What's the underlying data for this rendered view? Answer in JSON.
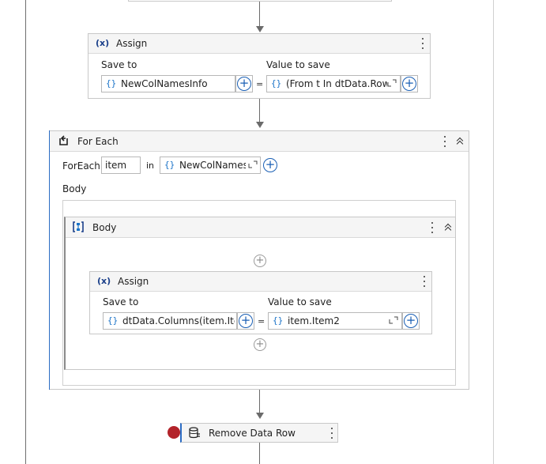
{
  "assign1": {
    "title": "Assign",
    "icon": "(x)",
    "save_to_label": "Save to",
    "value_label": "Value to save",
    "save_to_value": "NewColNamesInfo",
    "value_value": "(From t In dtData.Row",
    "equals": "="
  },
  "foreach": {
    "title": "For Each",
    "foreach_label": "ForEach",
    "item_value": "item",
    "in_label": "in",
    "collection_value": "NewColNames",
    "body_label": "Body"
  },
  "body_sequence": {
    "title": "Body",
    "icon": "sequence-icon"
  },
  "assign2": {
    "title": "Assign",
    "icon": "(x)",
    "save_to_label": "Save to",
    "value_label": "Value to save",
    "save_to_value": "dtData.Columns(item.Item",
    "value_value": "item.Item2",
    "equals": "="
  },
  "remove_row": {
    "title": "Remove Data Row",
    "icon": "database-icon",
    "breakpoint_color": "#b3232a"
  },
  "brace_glyph": "{}",
  "colors": {
    "accent": "#1a5fb4",
    "brace": "#1a73c8",
    "selected_border": "#2b6cc4"
  }
}
